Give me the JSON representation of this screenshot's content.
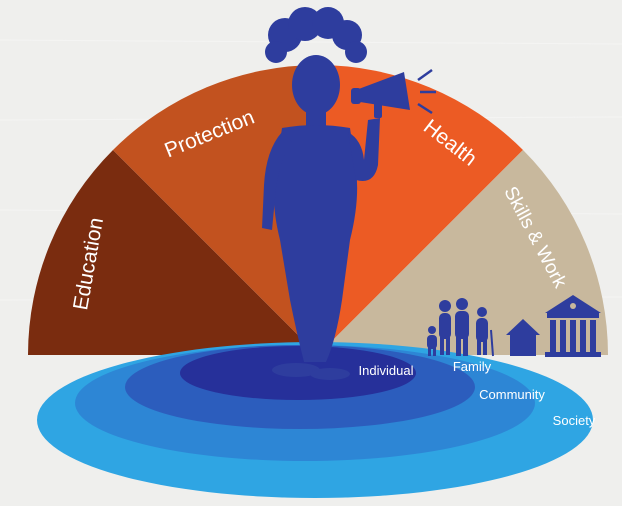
{
  "sectors": [
    {
      "label": "Education",
      "color": "#7a2c0f"
    },
    {
      "label": "Protection",
      "color": "#c2521f"
    },
    {
      "label": "Health",
      "color": "#ec5b24"
    },
    {
      "label": "Skills & Work",
      "color": "#c8b89d"
    }
  ],
  "rings": [
    {
      "label": "Individual",
      "color": "#26309a"
    },
    {
      "label": "Family",
      "color": "#2c5dbd"
    },
    {
      "label": "Community",
      "color": "#2d86d5"
    },
    {
      "label": "Society",
      "color": "#2fa5e3"
    }
  ],
  "figure": {
    "color": "#2e3d9e"
  },
  "icons": [
    "megaphone-icon",
    "family-icon",
    "house-icon",
    "government-building-icon"
  ]
}
